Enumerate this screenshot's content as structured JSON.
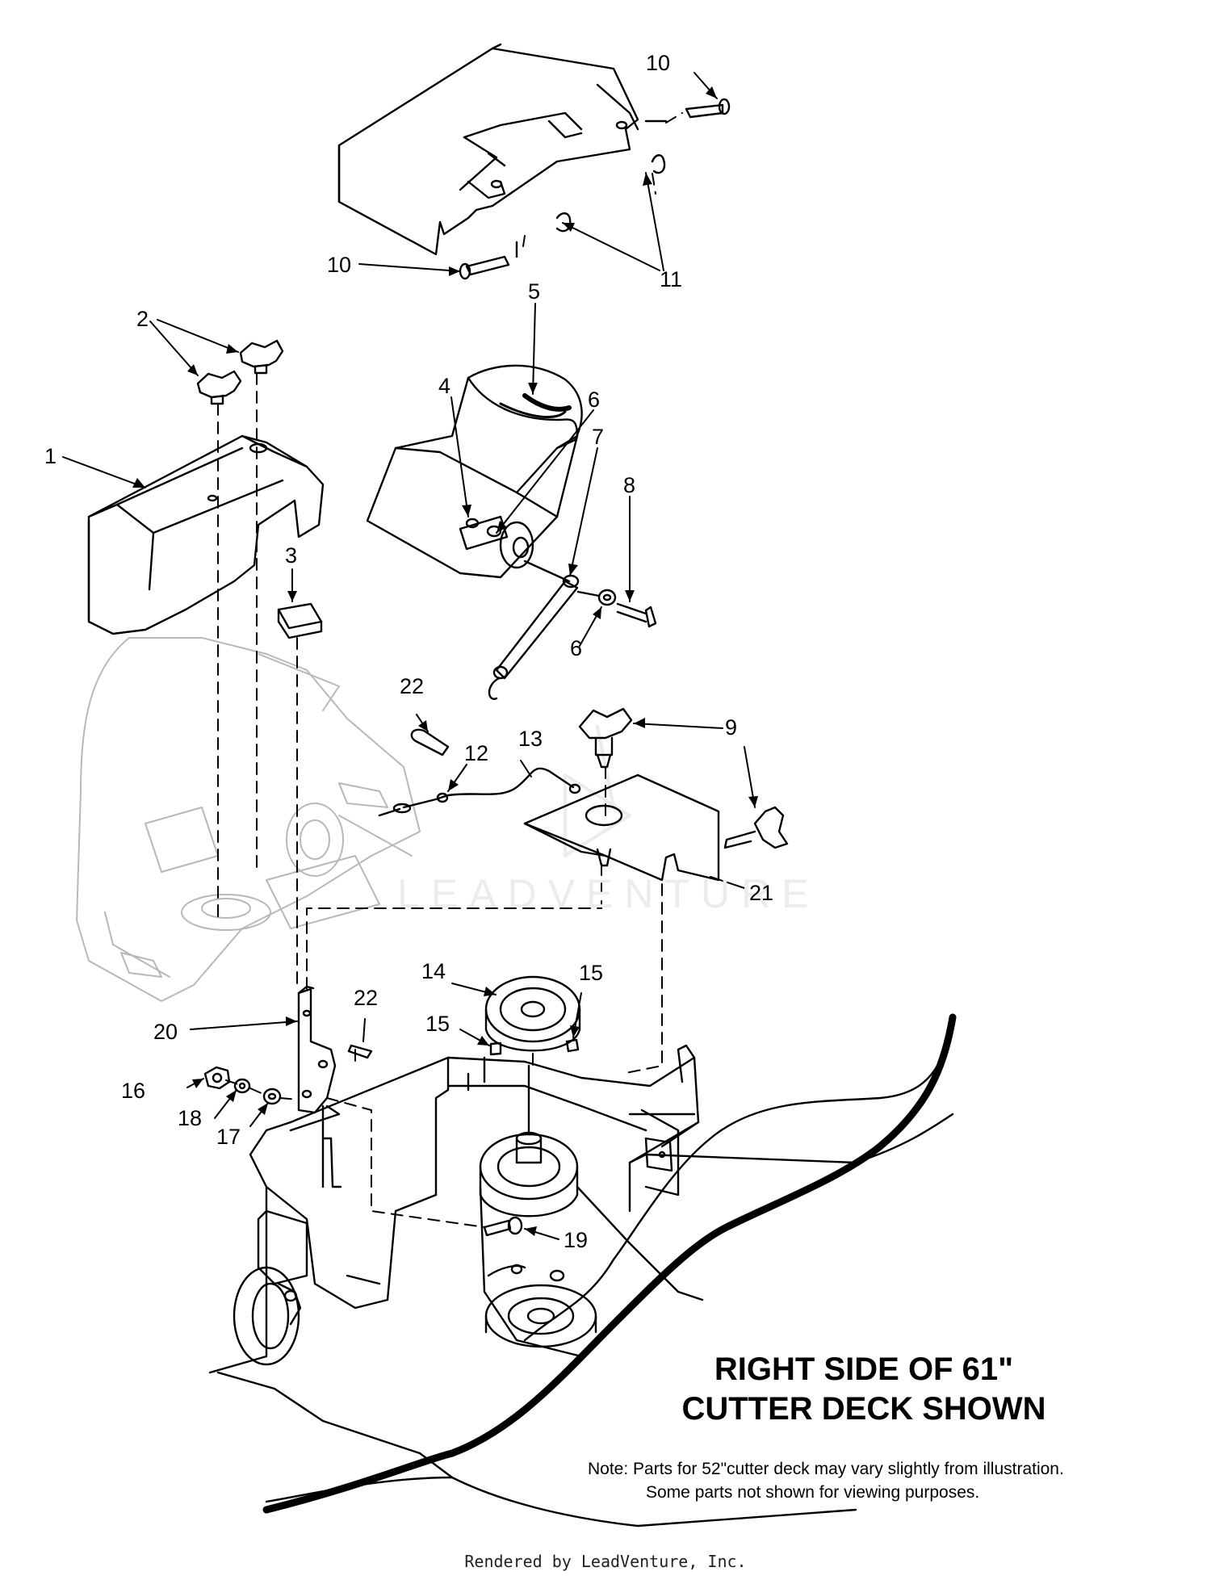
{
  "diagram": {
    "callouts": [
      {
        "id": "c1",
        "text": "1"
      },
      {
        "id": "c2",
        "text": "2"
      },
      {
        "id": "c3",
        "text": "3"
      },
      {
        "id": "c4",
        "text": "4"
      },
      {
        "id": "c5",
        "text": "5"
      },
      {
        "id": "c6a",
        "text": "6"
      },
      {
        "id": "c6b",
        "text": "6"
      },
      {
        "id": "c7",
        "text": "7"
      },
      {
        "id": "c8",
        "text": "8"
      },
      {
        "id": "c9",
        "text": "9"
      },
      {
        "id": "c10a",
        "text": "10"
      },
      {
        "id": "c10b",
        "text": "10"
      },
      {
        "id": "c11",
        "text": "11"
      },
      {
        "id": "c12",
        "text": "12"
      },
      {
        "id": "c13",
        "text": "13"
      },
      {
        "id": "c14",
        "text": "14"
      },
      {
        "id": "c15a",
        "text": "15"
      },
      {
        "id": "c15b",
        "text": "15"
      },
      {
        "id": "c16",
        "text": "16"
      },
      {
        "id": "c17",
        "text": "17"
      },
      {
        "id": "c18",
        "text": "18"
      },
      {
        "id": "c19",
        "text": "19"
      },
      {
        "id": "c20",
        "text": "20"
      },
      {
        "id": "c21",
        "text": "21"
      },
      {
        "id": "c22a",
        "text": "22"
      },
      {
        "id": "c22b",
        "text": "22"
      }
    ],
    "title_line1": "RIGHT SIDE OF 61\"",
    "title_line2": "CUTTER DECK SHOWN",
    "note_line1": "Note:  Parts for 52\"cutter deck may vary slightly from illustration.",
    "note_line2": "Some parts not shown for viewing purposes.",
    "watermark": "LEADVENTURE",
    "footer": "Rendered by LeadVenture, Inc."
  }
}
